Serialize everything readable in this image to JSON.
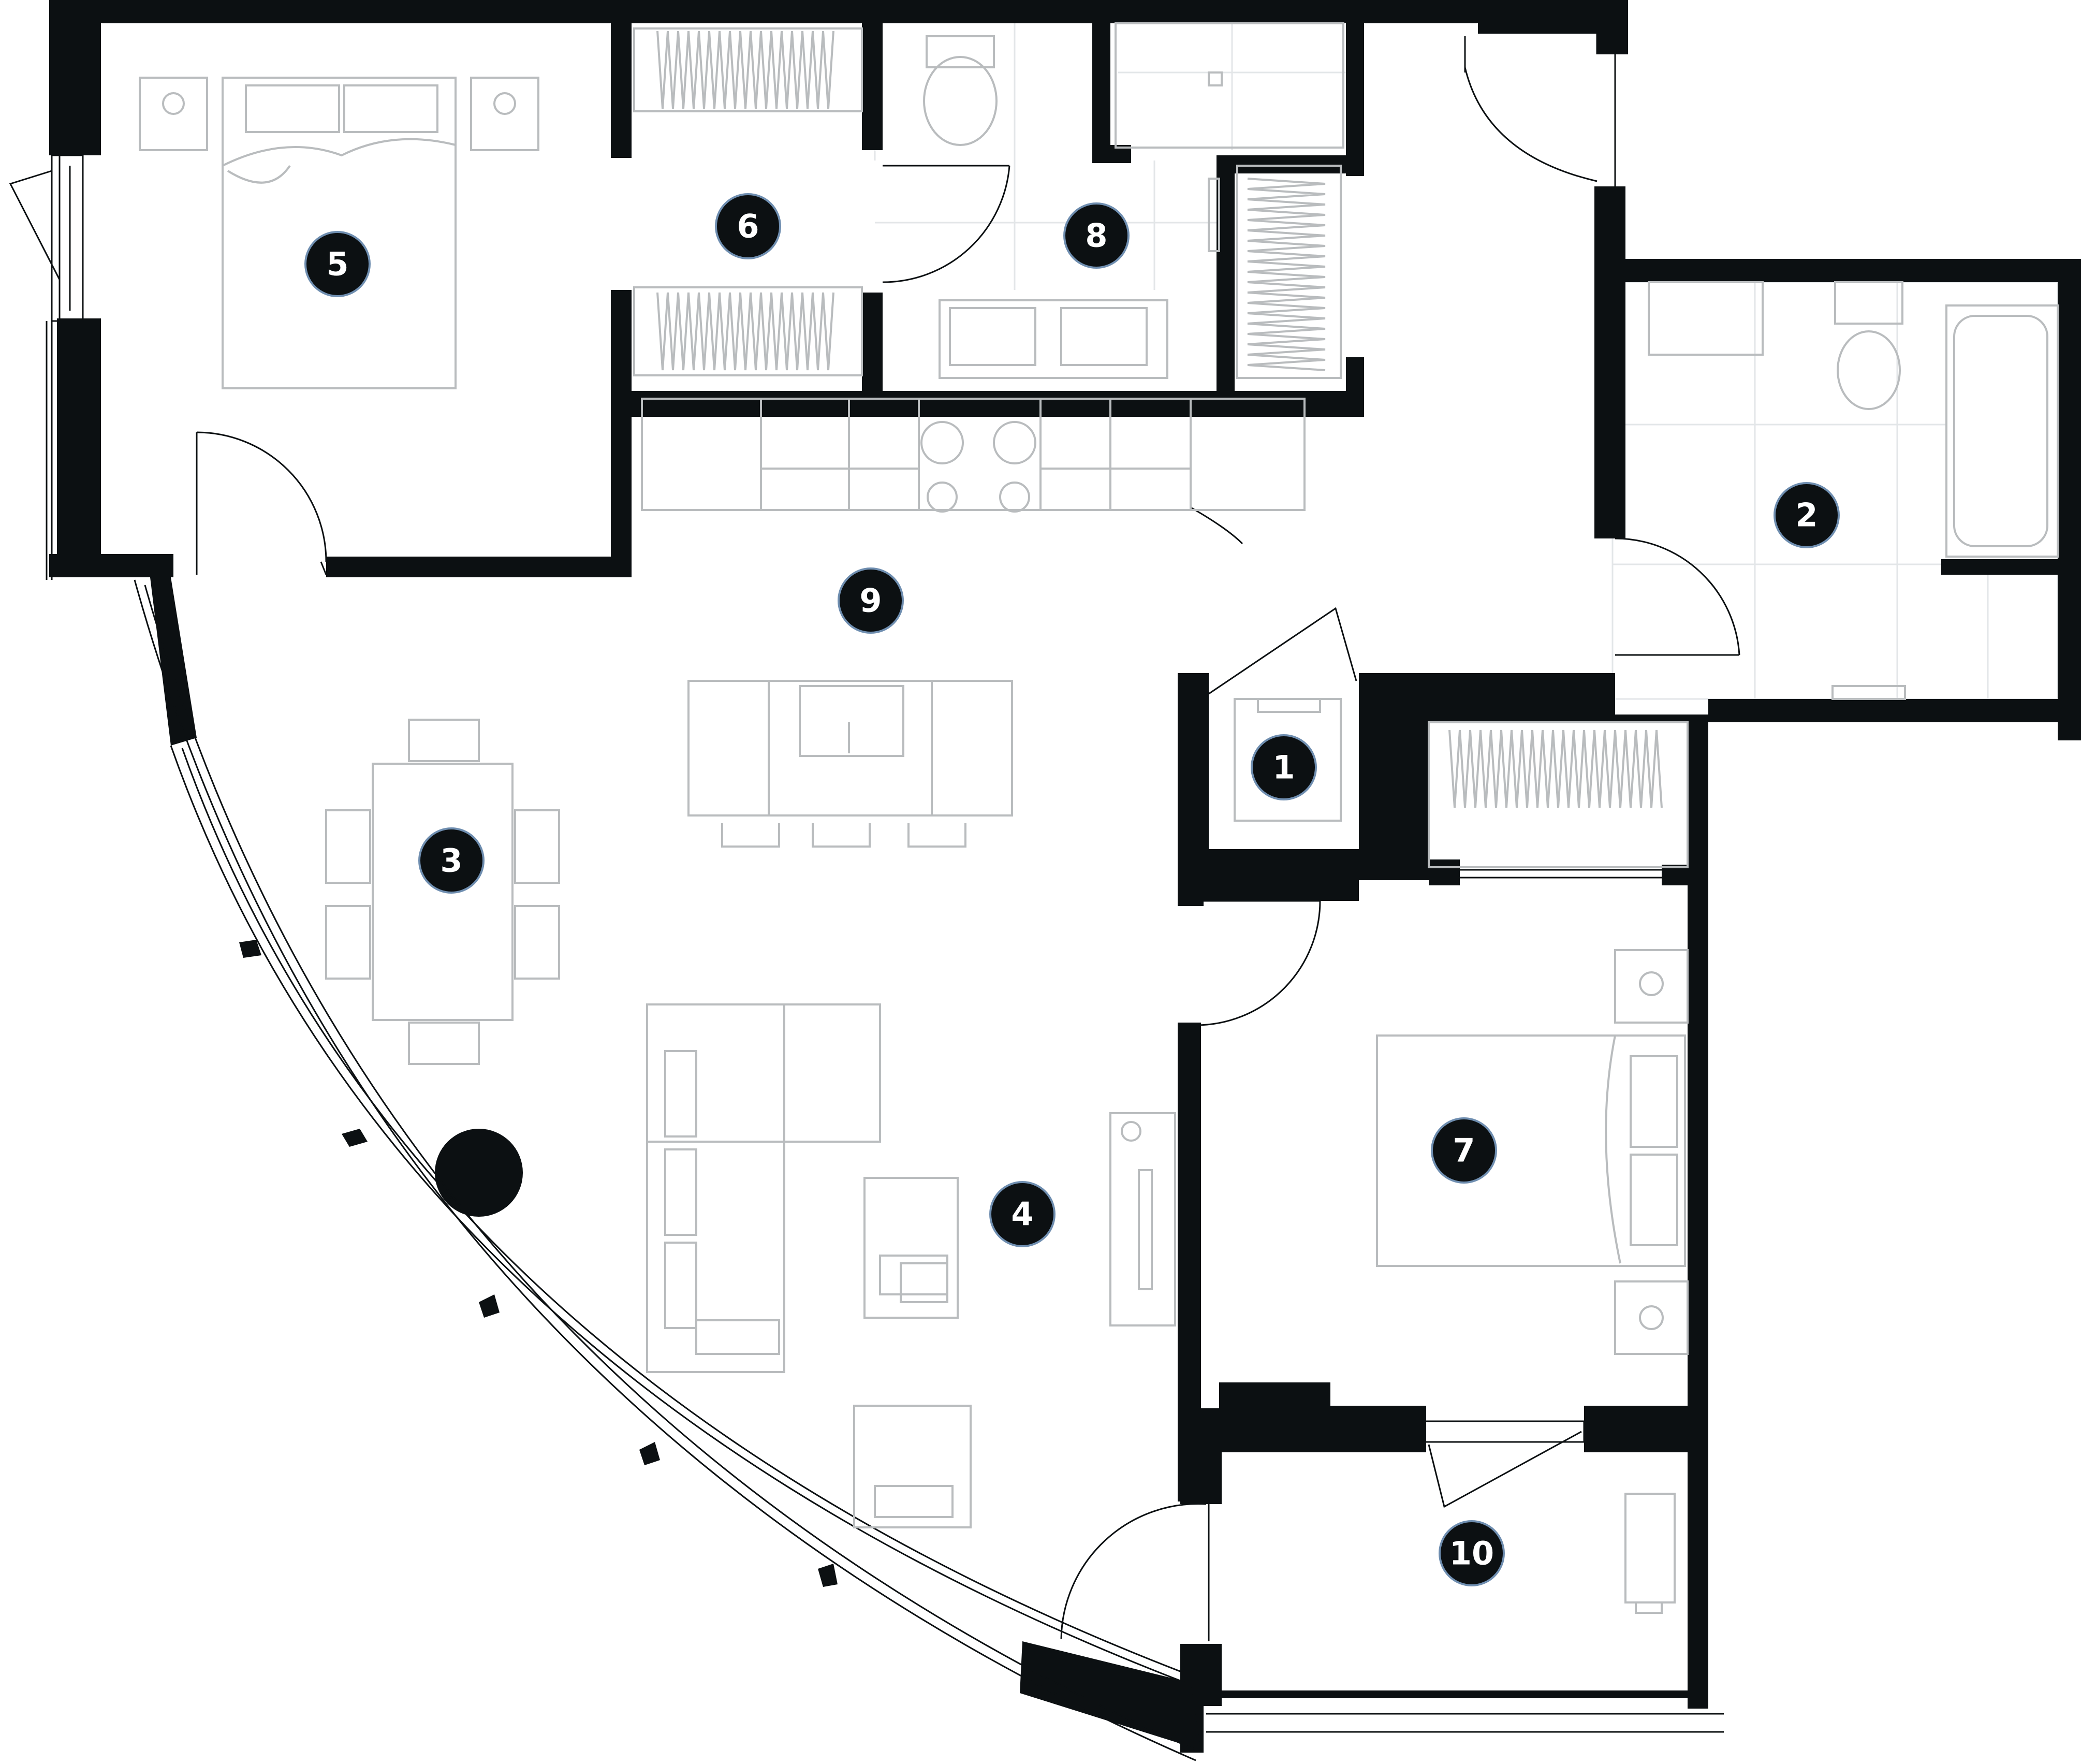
{
  "floor_plan": {
    "rooms": [
      {
        "id": "1",
        "label": "1"
      },
      {
        "id": "2",
        "label": "2"
      },
      {
        "id": "3",
        "label": "3"
      },
      {
        "id": "4",
        "label": "4"
      },
      {
        "id": "5",
        "label": "5"
      },
      {
        "id": "6",
        "label": "6"
      },
      {
        "id": "7",
        "label": "7"
      },
      {
        "id": "8",
        "label": "8"
      },
      {
        "id": "9",
        "label": "9"
      },
      {
        "id": "10",
        "label": "10"
      }
    ]
  },
  "colors": {
    "wall": "#0c1012",
    "furniture": "#b9bcbe",
    "badge_ring": "#6f8eb0",
    "background": "#ffffff"
  }
}
